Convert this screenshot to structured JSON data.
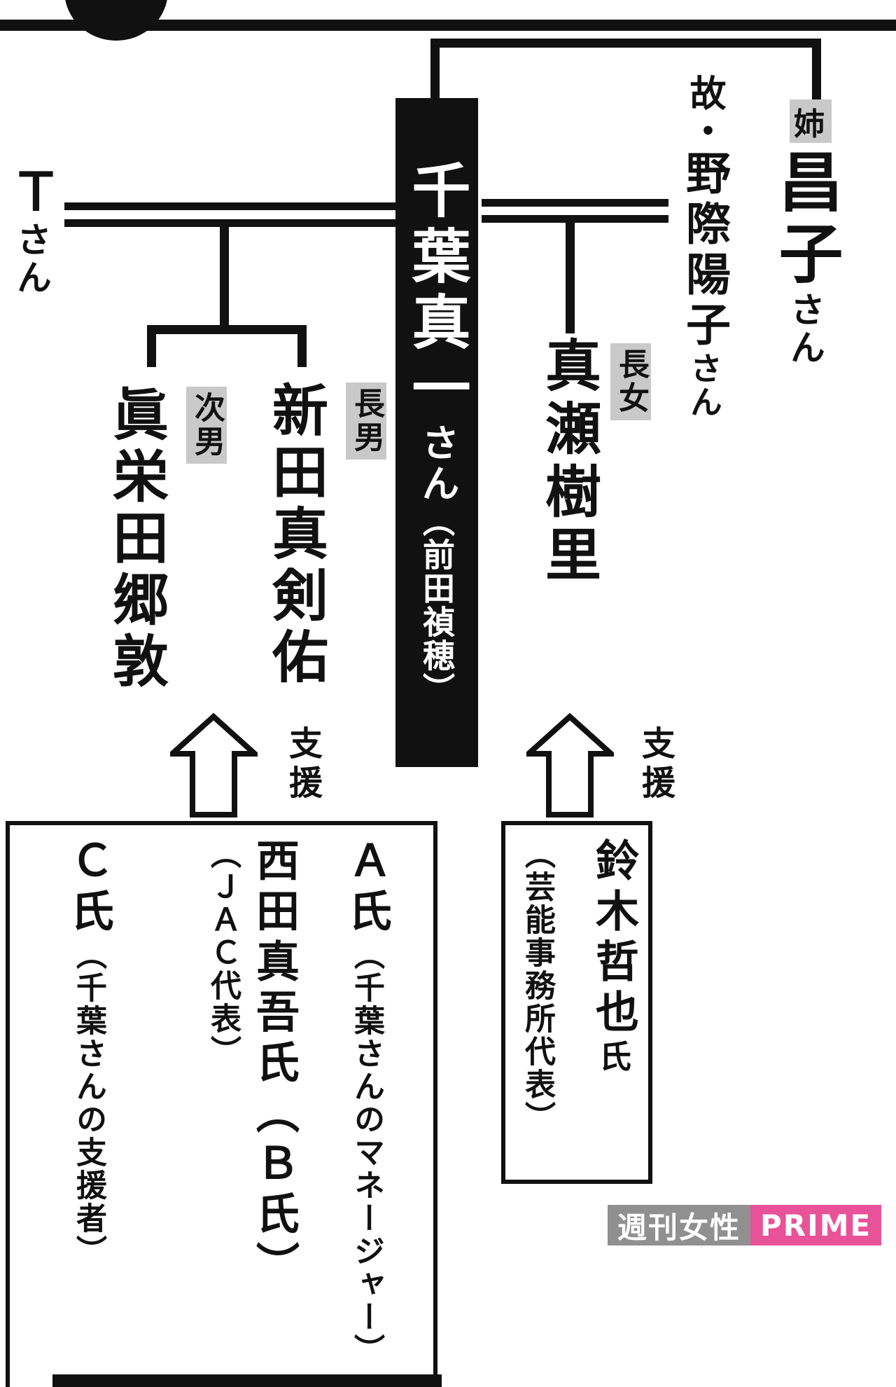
{
  "diagram": {
    "chiba": {
      "name": "千葉真一",
      "suffix": "さん",
      "alias": "（前田禎穂）"
    },
    "sister": {
      "relation": "姉",
      "name": "昌子",
      "suffix": "さん"
    },
    "nogiwa": {
      "prefix": "故・",
      "name": "野際陽子",
      "suffix": "さん"
    },
    "manase": {
      "relation": "長女",
      "name": "真瀬樹里"
    },
    "tsan": {
      "name": "Ｔ",
      "suffix": "さん"
    },
    "mackenyu": {
      "relation": "長男",
      "name": "新田真剣佑"
    },
    "maeda": {
      "relation": "次男",
      "name": "眞栄田郷敦"
    },
    "support_label": "支援",
    "supporters_left": {
      "a": {
        "name": "Ａ氏",
        "desc": "（千葉さんのマネージャー）"
      },
      "b": {
        "name": "西田真吾氏（Ｂ氏）",
        "desc": "（ＪＡＣ代表）"
      },
      "c": {
        "name": "Ｃ氏",
        "desc": "（千葉さんの支援者）"
      }
    },
    "supporters_right": {
      "suzuki": {
        "name": "鈴木哲也",
        "suffix": "氏",
        "desc": "（芸能事務所代表）"
      }
    }
  },
  "watermark": {
    "magazine": "週刊女性",
    "brand": "PRIME"
  },
  "colors": {
    "ink": "#111111",
    "tag_bg": "#c9c9c9",
    "watermark_gray": "#878787",
    "watermark_pink": "#e85298"
  }
}
